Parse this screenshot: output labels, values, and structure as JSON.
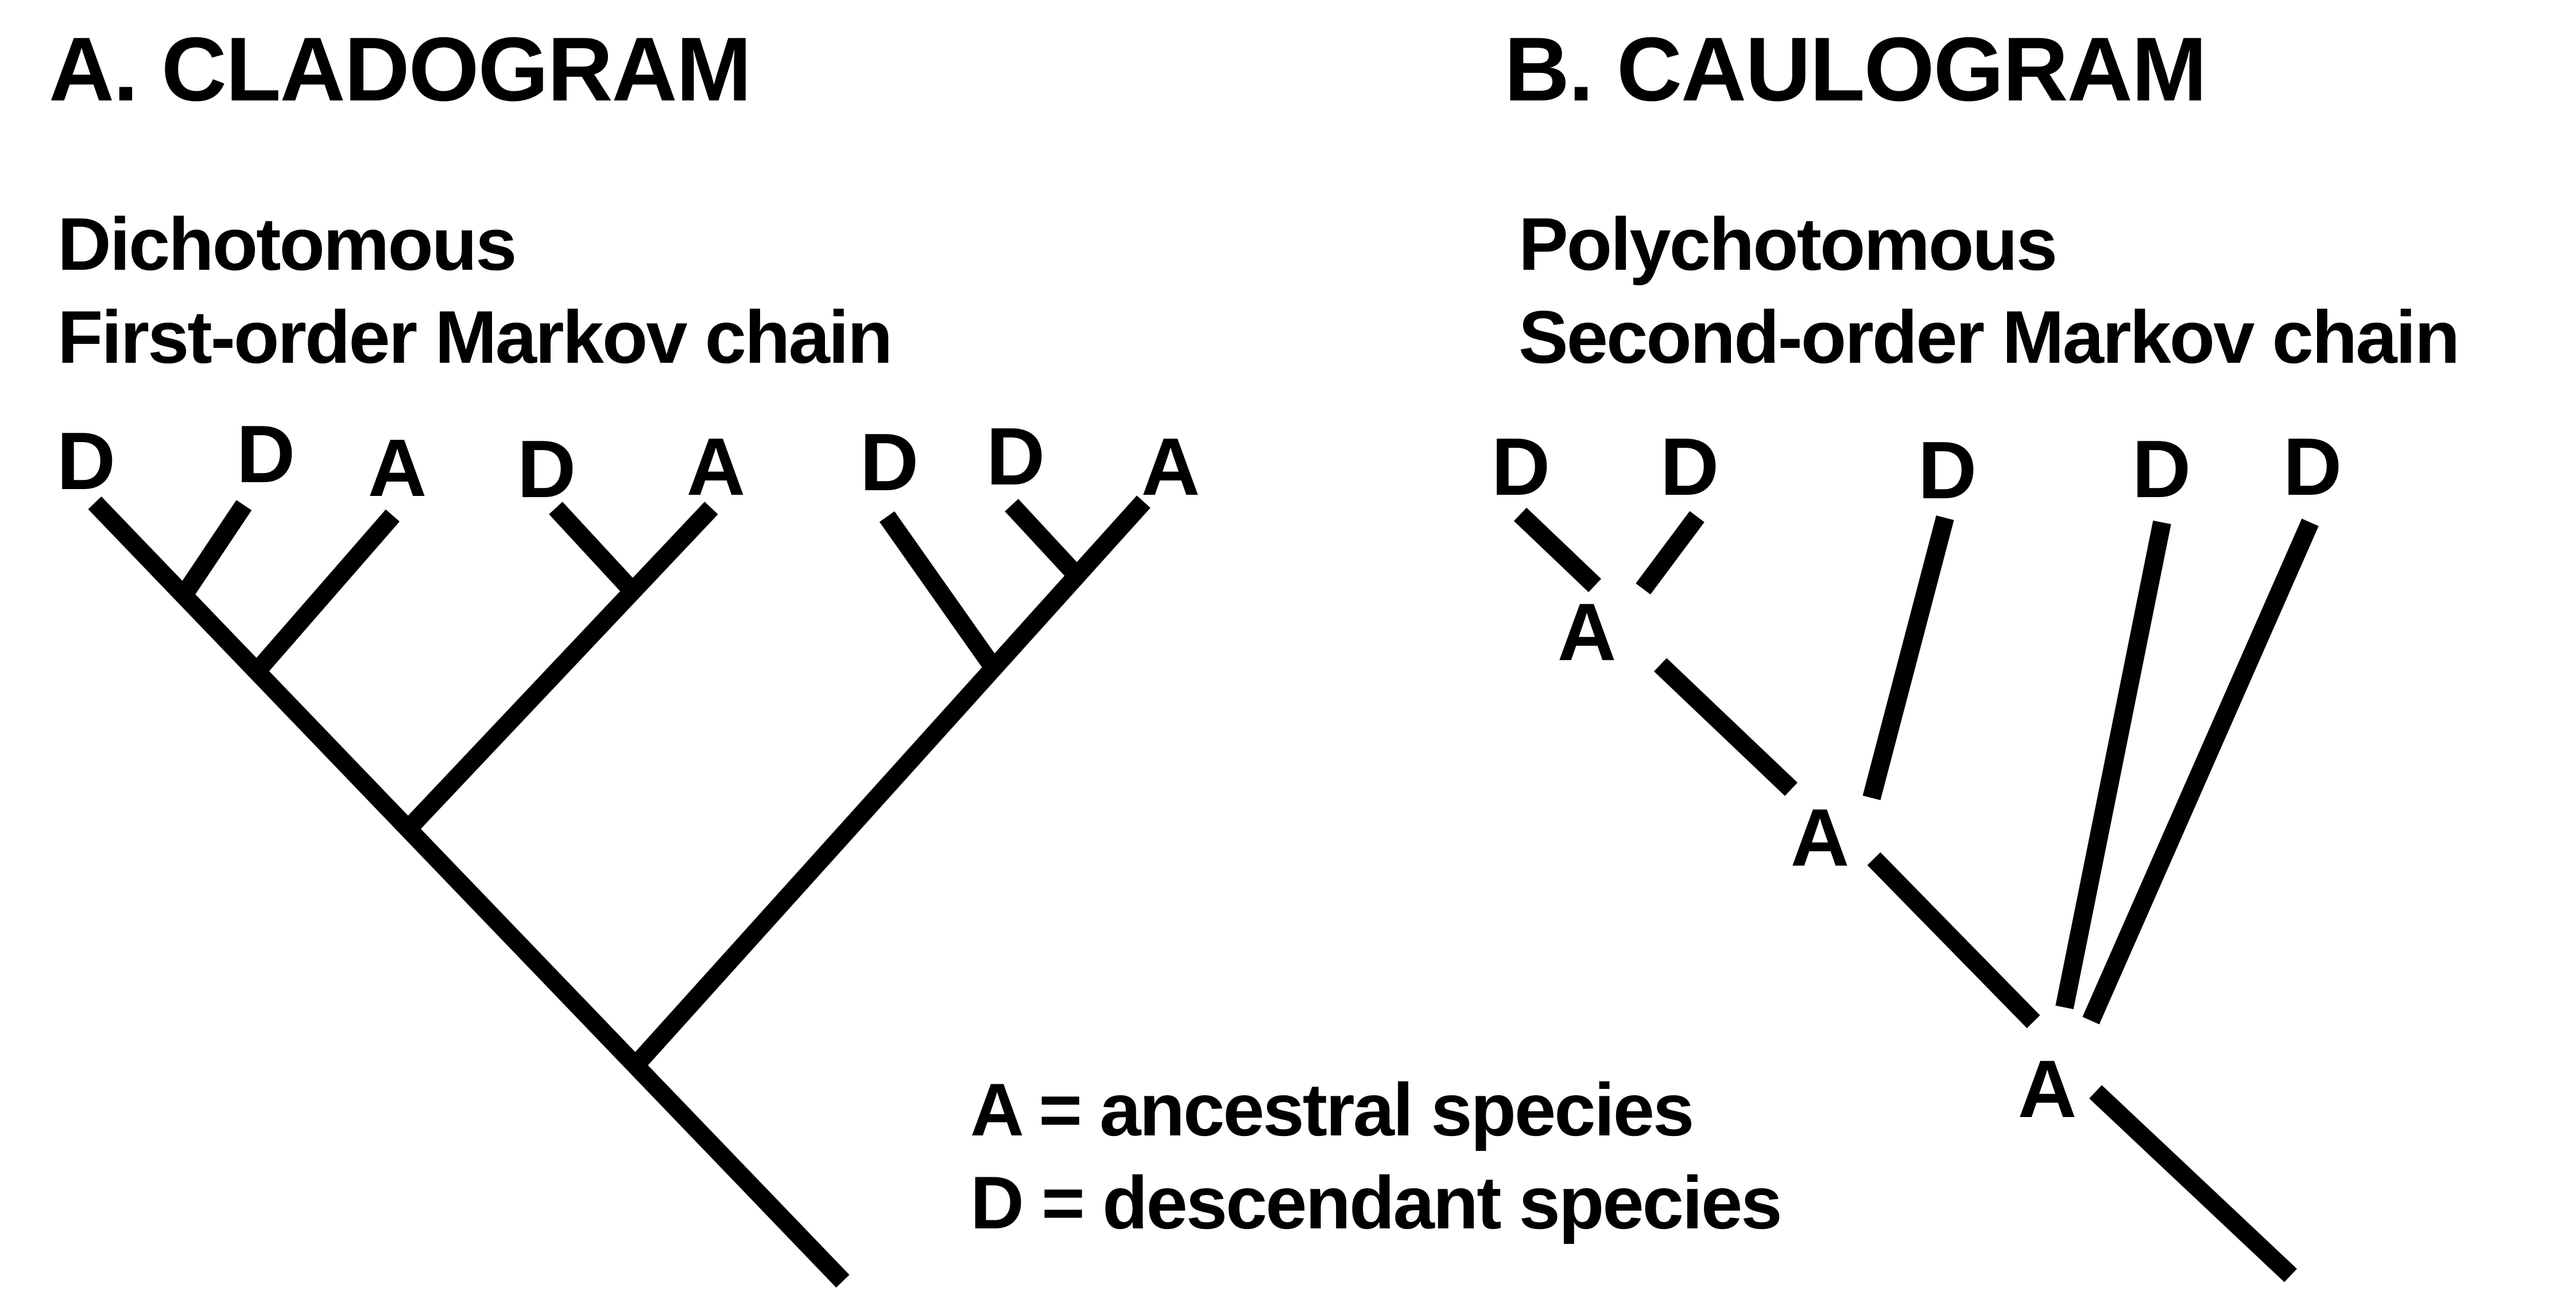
{
  "panels": {
    "cladogram": {
      "title": "A. CLADOGRAM",
      "subtitle_line1": "Dichotomous",
      "subtitle_line2": "First-order Markov chain",
      "leaves": [
        "D",
        "D",
        "A",
        "D",
        "A",
        "D",
        "D",
        "A"
      ]
    },
    "caulogram": {
      "title": "B. CAULOGRAM",
      "subtitle_line1": "Polychotomous",
      "subtitle_line2": "Second-order Markov chain",
      "leaves": [
        "D",
        "D",
        "D",
        "D",
        "D"
      ],
      "internal_nodes": [
        "A",
        "A",
        "A"
      ]
    }
  },
  "legend": {
    "line1": "A = ancestral species",
    "line2": "D = descendant species"
  },
  "colors": {
    "ink": "#000000",
    "background": "#ffffff"
  }
}
